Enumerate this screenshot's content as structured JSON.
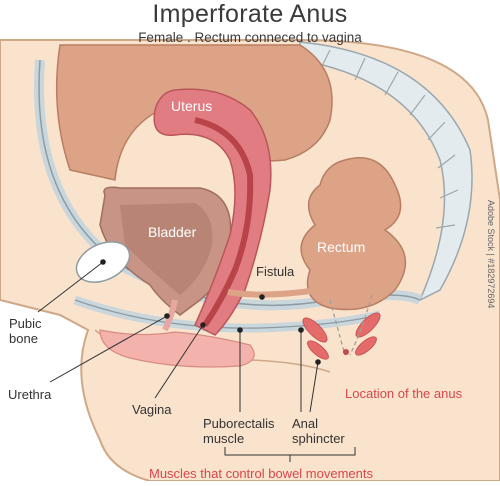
{
  "title": "Imperforate Anus",
  "subtitle": "Female . Rectum conneced to vagina",
  "organs": {
    "uterus": "Uterus",
    "bladder": "Bladder",
    "rectum": "Rectum"
  },
  "labels": {
    "fistula": "Fistula",
    "pubic_bone": "Pubic\nbone",
    "urethra": "Urethra",
    "vagina": "Vagina",
    "puborectalis": "Puborectalis\nmuscle",
    "anal_sphincter": "Anal\nsphincter",
    "anus_location": "Location of the anus",
    "bowel_muscles": "Muscles that control bowel movements"
  },
  "watermark": "Adobe Stock | #182972694",
  "colors": {
    "skin": "#f9e3cc",
    "skin_outline": "#cfa888",
    "organ_tan": "#dca387",
    "uterus": "#e07c82",
    "bladder": "#c79485",
    "spine": "#e4ebef",
    "muscle": "#e56a6a",
    "label_red": "#d9464b"
  }
}
